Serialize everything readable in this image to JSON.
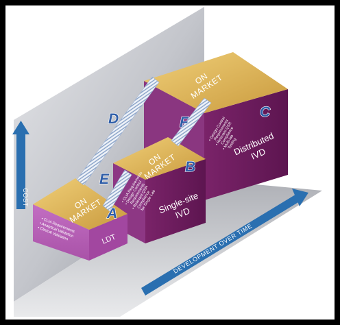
{
  "axes": {
    "cost_label": "COST",
    "time_label": "DEVELOPMENT OVER TIME"
  },
  "blocks": [
    {
      "id": "ldt",
      "top_label": "ON\nMARKET",
      "name": "LDT",
      "bullets": [
        "CLIA Requirements",
        "Analytical Validation",
        "Clinical Validation"
      ]
    },
    {
      "id": "single-site",
      "top_label": "ON\nMARKET",
      "name": "Single-site\nIVD",
      "bullets": [
        "CLIA Requirements",
        "Design Control\nRequirements",
        "Relevant QSR\nCompliance\nfor Single Lab"
      ]
    },
    {
      "id": "distributed",
      "top_label": "ON\nMARKET",
      "name": "Distributed\nIVD",
      "bullets": [
        "Design Control\nRequirements",
        "Relevant QSR\nCompliance",
        "Multi-lab\nTesting"
      ]
    }
  ],
  "letters": {
    "a": "A",
    "b": "B",
    "c": "C",
    "d": "D",
    "e": "E",
    "f": "F"
  },
  "colors": {
    "top_gold": "#dcb152",
    "front_purple": "#6b1d5a",
    "side_purple": "#7f2a73",
    "light_side": "#b861b8",
    "letter_blue": "#2f5ea8",
    "axis_blue": "#2a6fb0",
    "wall_grey": "#c9cbd1"
  }
}
